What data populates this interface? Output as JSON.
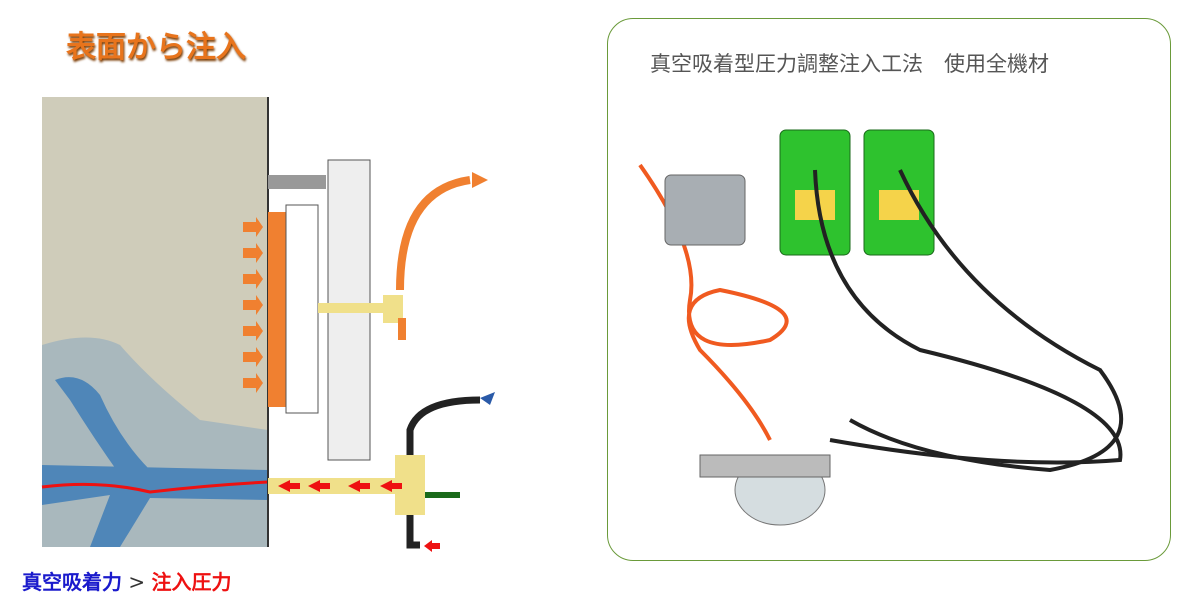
{
  "title": "表面から注入",
  "legend": {
    "vacuum": "真空吸着力",
    "gt": " > ",
    "injection": "注入圧力"
  },
  "panel": {
    "title": "真空吸着型圧力調整注入工法　使用全機材"
  },
  "colors": {
    "orange": "#f08030",
    "red": "#ee1111",
    "blue": "#2a5aa8",
    "green": "#2ec22e",
    "panel_border": "#6a9a3a"
  }
}
